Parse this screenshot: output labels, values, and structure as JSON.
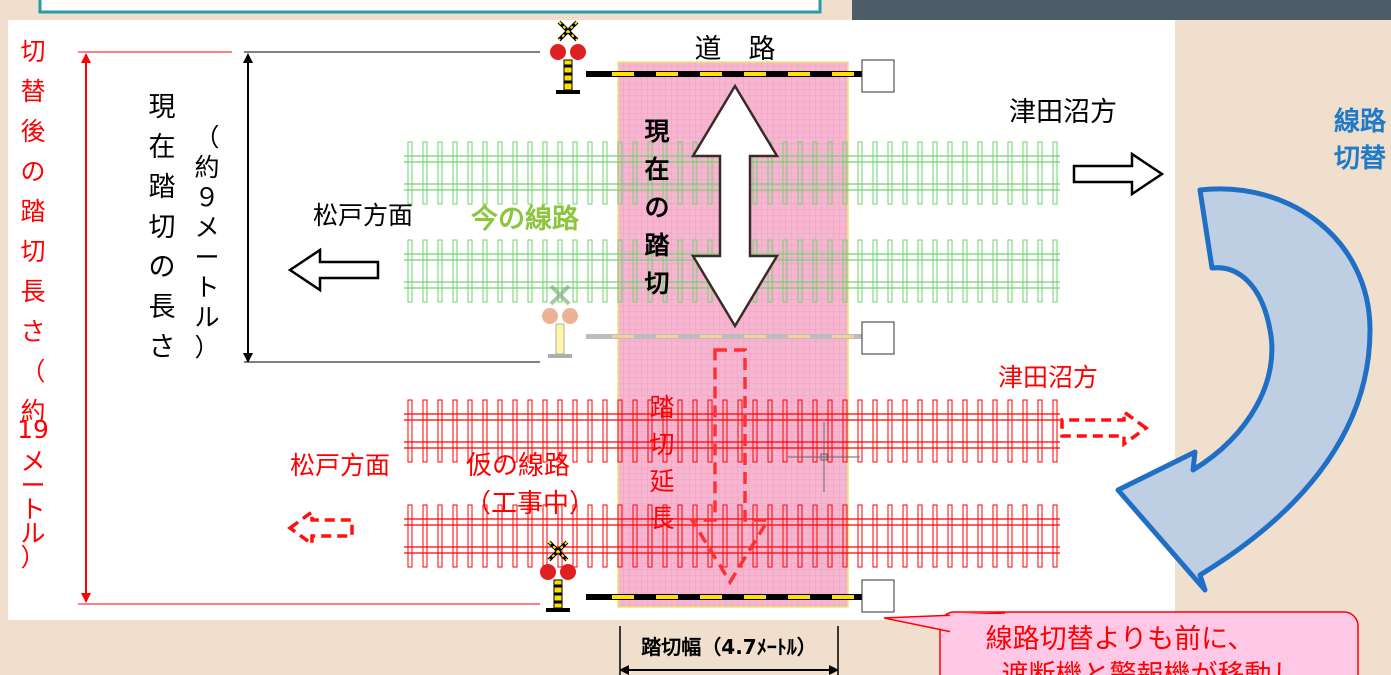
{
  "labels": {
    "road": "道　路",
    "to_tsudanuma_top": "津田沼方",
    "to_matsudo_top": "松戸方面",
    "current_track": "今の線路",
    "current_crossing_v": "現在の踏切",
    "current_length_v": "現在踏切の長さ",
    "current_length_paren_v": "（約９メートル）",
    "after_length_v": [
      "切替後の踏切長さ（約",
      "19",
      "メートル）"
    ],
    "to_tsudanuma_bottom": "津田沼方",
    "to_matsudo_bottom": "松戸方面",
    "temp_track_1": "仮の線路",
    "temp_track_2": "（工事中）",
    "extension_v": "踏切延長",
    "crossing_width": "踏切幅（4.7ﾒｰﾄﾙ）",
    "switch_1": "線路",
    "switch_2": "切替",
    "callout_1": "線路切替よりも前に、",
    "callout_2": "遮断機と警報機が移動し"
  },
  "colors": {
    "red": "#ff0000",
    "green": "#6fd36f",
    "label_green": "#8cc63f",
    "pink_zone": "#f6b3cf",
    "blue_arrow": "#1f6fc7",
    "blue_fill": "#bfcfe3",
    "callout_fill": "#ffc8e6",
    "tan": "#efdfcc"
  }
}
